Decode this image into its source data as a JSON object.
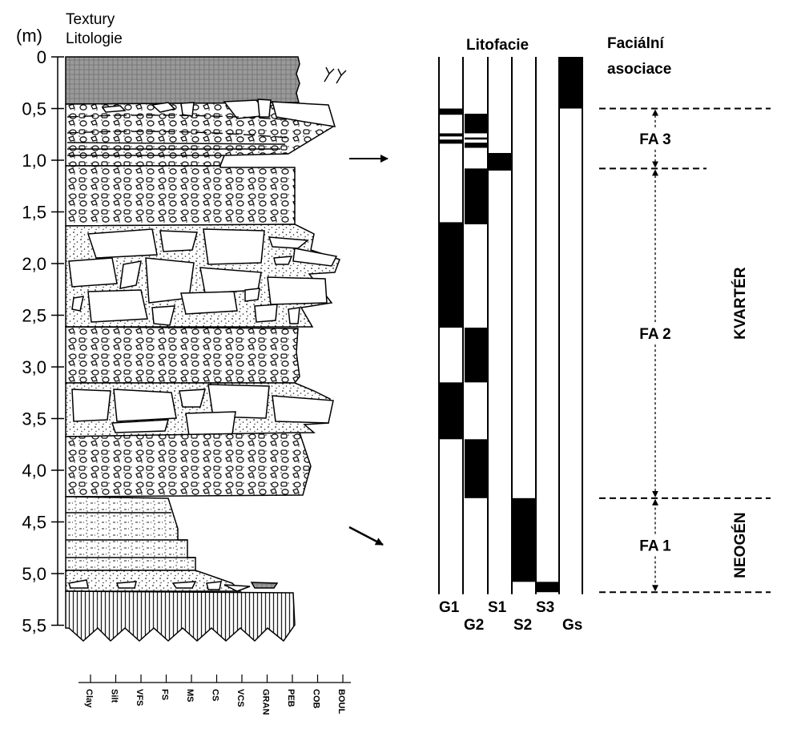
{
  "axis": {
    "unit_label": "(m)",
    "column_title_1": "Textury",
    "column_title_2": "Litologie",
    "ticks": [
      "0",
      "0,5",
      "1,0",
      "1,5",
      "2,0",
      "2,5",
      "3,0",
      "3,5",
      "4,0",
      "4,5",
      "5,0",
      "5,5"
    ]
  },
  "grain_scale": [
    "Clay",
    "Silt",
    "VFS",
    "FS",
    "MS",
    "CS",
    "VCS",
    "GRAN",
    "PEB",
    "COB",
    "BOUL"
  ],
  "litofacie": {
    "title": "Litofacie",
    "columns": [
      {
        "name": "G1",
        "intervals": [
          [
            0.5,
            0.56
          ],
          [
            0.74,
            0.77
          ],
          [
            0.8,
            0.84
          ],
          [
            1.6,
            2.62
          ],
          [
            3.15,
            3.7
          ]
        ]
      },
      {
        "name": "G2",
        "intervals": [
          [
            0.55,
            0.74
          ],
          [
            0.78,
            0.8
          ],
          [
            0.83,
            0.88
          ],
          [
            1.08,
            1.62
          ],
          [
            2.62,
            3.15
          ],
          [
            3.7,
            4.27
          ]
        ]
      },
      {
        "name": "S1",
        "intervals": [
          [
            0.93,
            1.1
          ]
        ]
      },
      {
        "name": "S2",
        "intervals": [
          [
            4.27,
            5.08
          ]
        ]
      },
      {
        "name": "S3",
        "intervals": [
          [
            5.08,
            5.18
          ]
        ]
      },
      {
        "name": "Gs",
        "intervals": [
          [
            0.0,
            0.5
          ]
        ]
      }
    ]
  },
  "facies_association": {
    "title_1": "Faciální",
    "title_2": "asociace",
    "units": [
      {
        "label": "FA 3",
        "top": 0.5,
        "bottom": 1.08
      },
      {
        "label": "FA 2",
        "top": 1.08,
        "bottom": 4.27
      },
      {
        "label": "FA 1",
        "top": 4.27,
        "bottom": 5.18
      }
    ]
  },
  "periods": [
    {
      "label": "KVARTÉR",
      "top": 0.5,
      "bottom": 4.27
    },
    {
      "label": "NEOGÉN",
      "top": 4.27,
      "bottom": 5.18
    }
  ],
  "colors": {
    "ink": "#000000",
    "paper": "#ffffff",
    "clay": "#9a9a9a"
  }
}
